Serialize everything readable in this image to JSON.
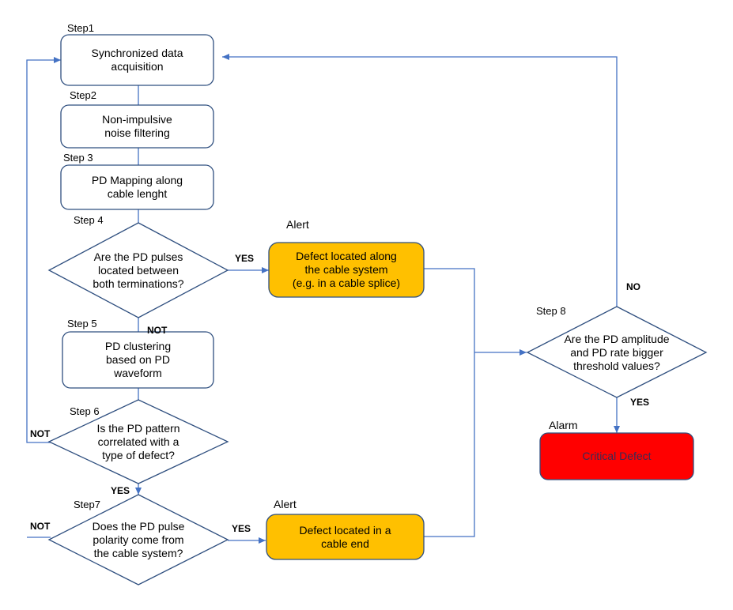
{
  "steps": {
    "s1": {
      "label": "Step1",
      "text": "Synchronized data\nacquisition"
    },
    "s2": {
      "label": "Step2",
      "text": "Non-impulsive\nnoise filtering"
    },
    "s3": {
      "label": "Step 3",
      "text": "PD Mapping along\ncable lenght"
    },
    "s4": {
      "label": "Step 4",
      "text": "Are the PD pulses\nlocated between\nboth terminations?"
    },
    "s5": {
      "label": "Step 5",
      "text": "PD clustering\nbased on PD\nwaveform"
    },
    "s6": {
      "label": "Step 6",
      "text": "Is the PD pattern\ncorrelated with a\ntype of defect?"
    },
    "s7": {
      "label": "Step7",
      "text": "Does the PD pulse\npolarity come from\nthe cable system?"
    },
    "s8": {
      "label": "Step 8",
      "text": "Are the PD amplitude\nand PD rate bigger\nthreshold values?"
    }
  },
  "outcomes": {
    "alert1": {
      "label": "Alert",
      "text": "Defect located along\nthe cable system\n(e.g. in a cable splice)"
    },
    "alert2": {
      "label": "Alert",
      "text": "Defect located in a\ncable end"
    },
    "alarm": {
      "label": "Alarm",
      "text": "Critical Defect"
    }
  },
  "edge_labels": {
    "yes_s4": "YES",
    "not_s4": "NOT",
    "not_s6": "NOT",
    "yes_s6": "YES",
    "not_s7": "NOT",
    "yes_s7": "YES",
    "no_s8": "NO",
    "yes_s8": "YES"
  },
  "colors": {
    "line": "#4472c4",
    "box_border": "#2f4f7f",
    "alert_fill": "#ffc000",
    "alarm_fill": "#ff0000"
  }
}
